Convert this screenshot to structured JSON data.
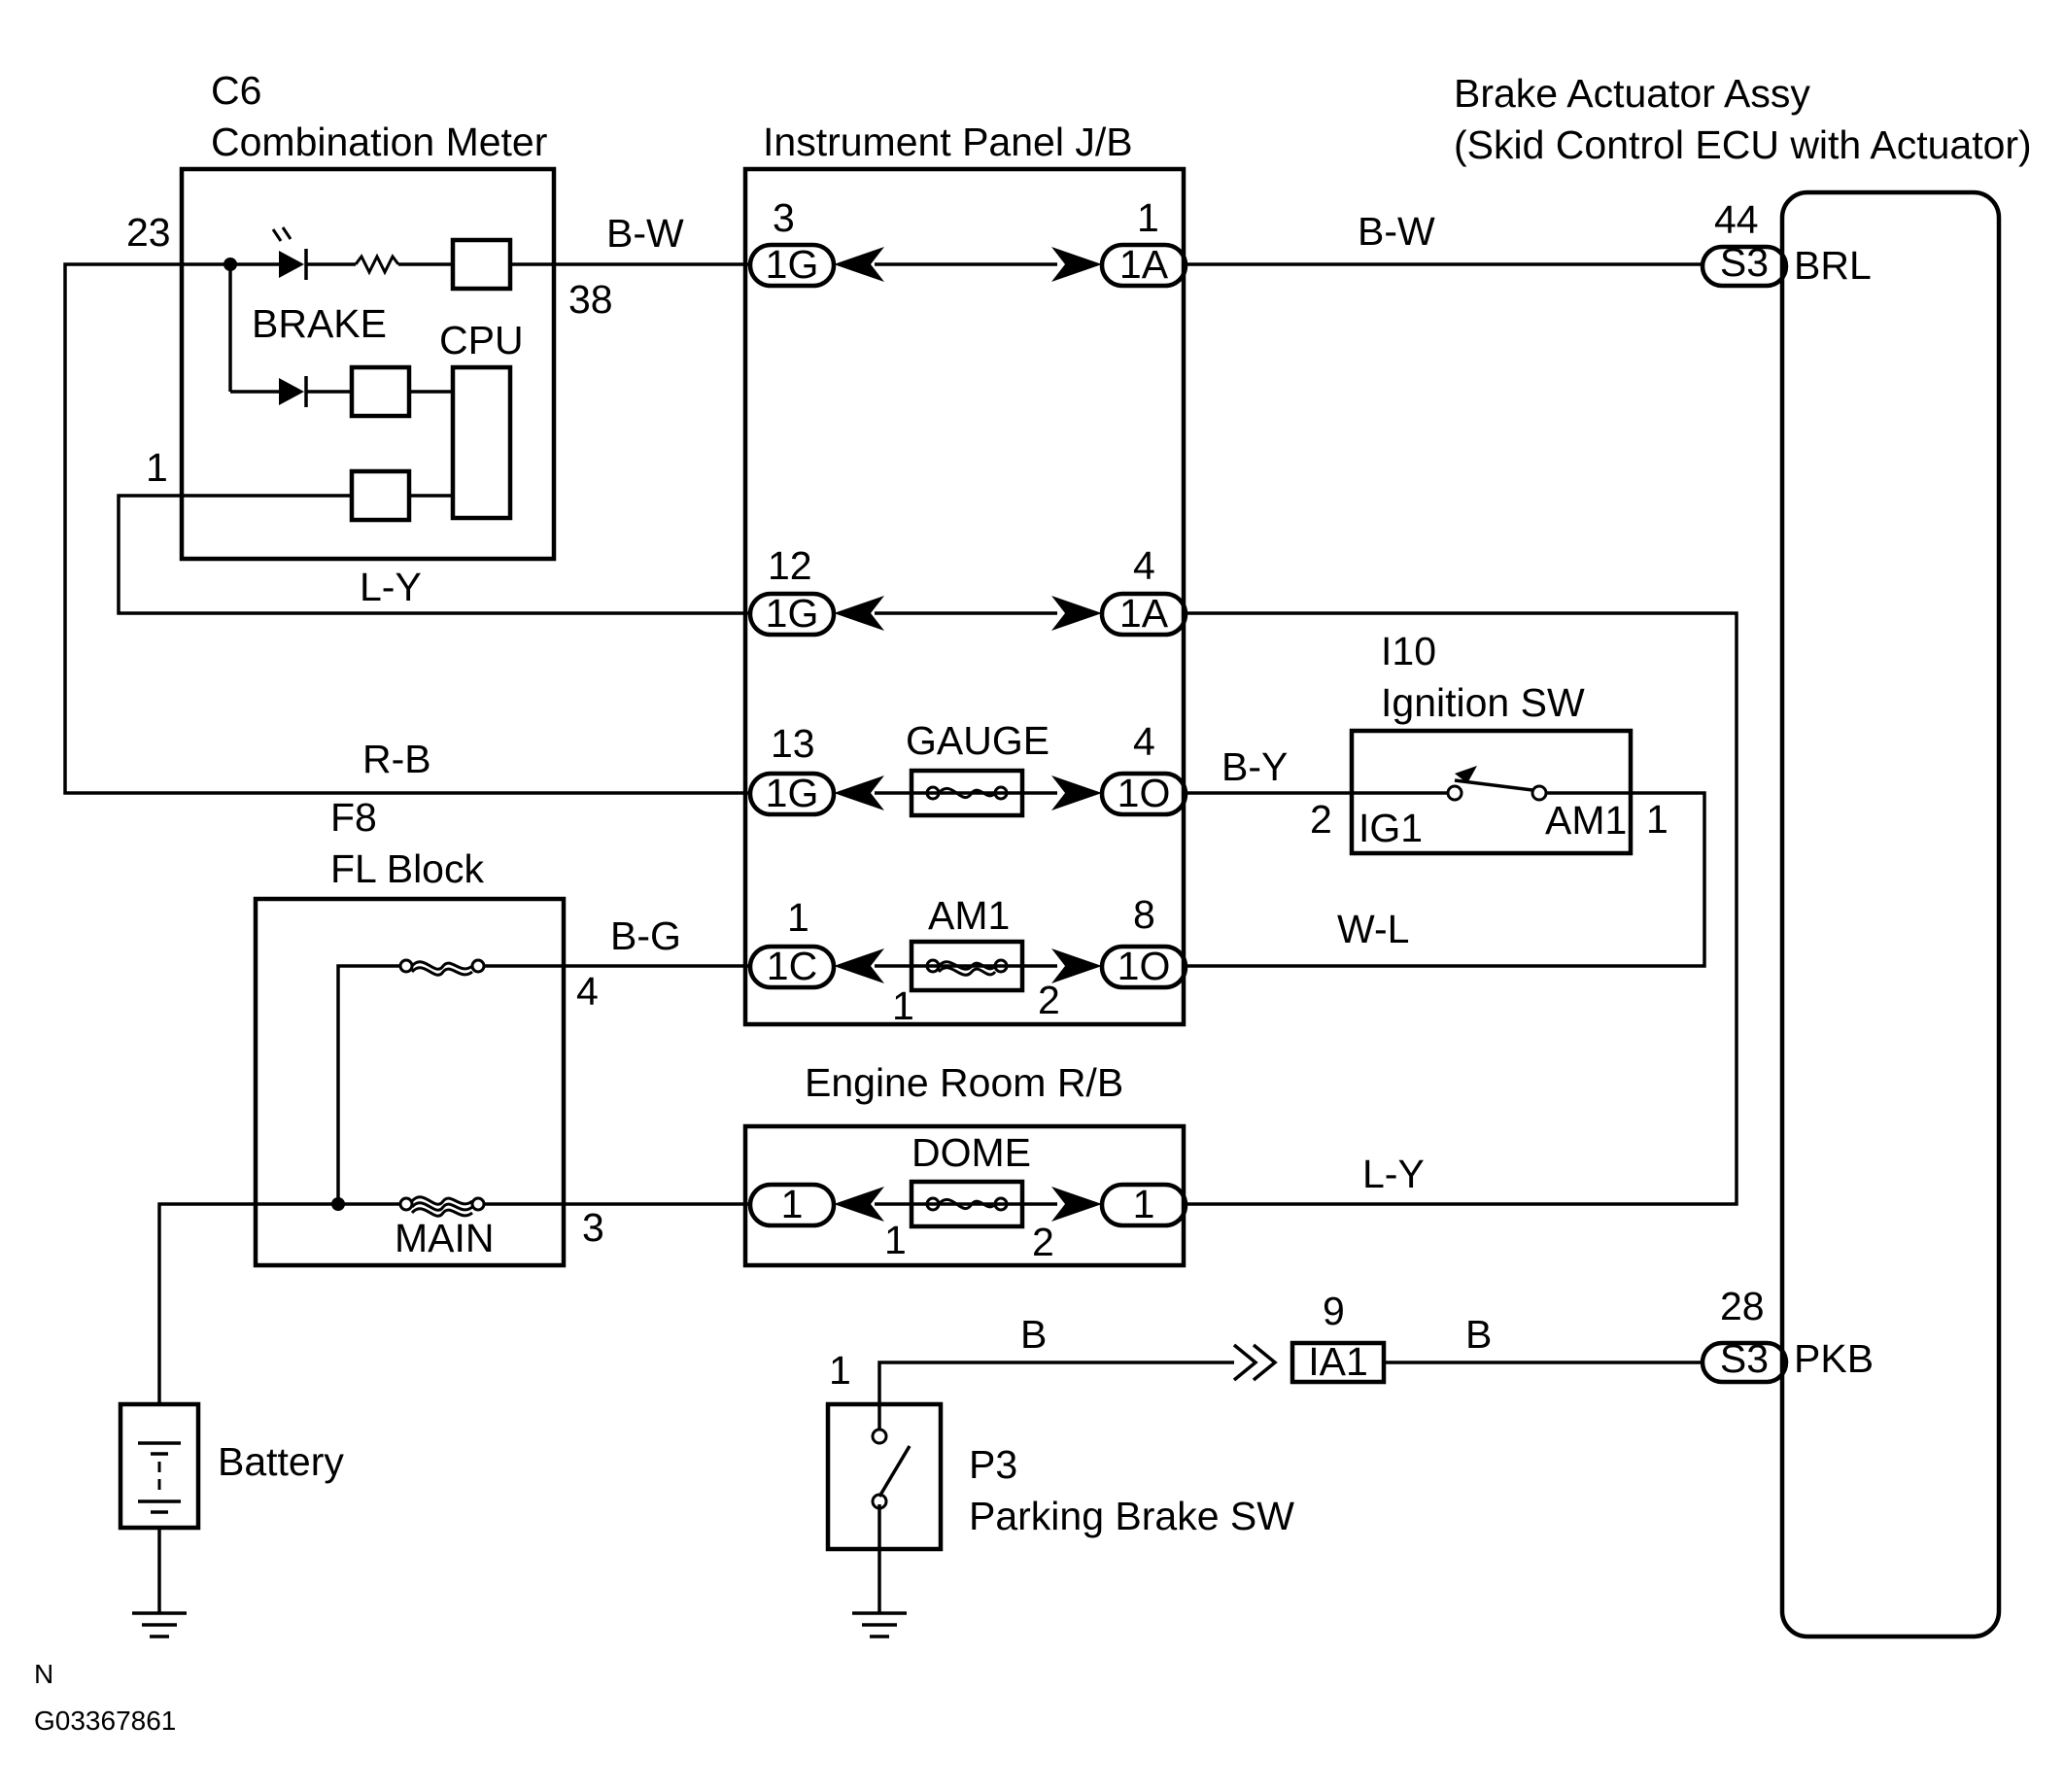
{
  "components": {
    "combination_meter": {
      "code": "C6",
      "name": "Combination Meter",
      "brake_label": "BRAKE",
      "cpu_label": "CPU",
      "pin_23": "23",
      "pin_38": "38",
      "pin_1": "1"
    },
    "instrument_panel_jb": {
      "name": "Instrument Panel J/B",
      "row1": {
        "left_pin": "3",
        "left_conn": "1G",
        "right_pin": "1",
        "right_conn": "1A"
      },
      "row2": {
        "left_pin": "12",
        "left_conn": "1G",
        "right_pin": "4",
        "right_conn": "1A"
      },
      "row3": {
        "left_pin": "13",
        "left_conn": "1G",
        "fuse": "GAUGE",
        "right_pin": "4",
        "right_conn": "1O"
      },
      "row4": {
        "left_pin": "1",
        "left_conn": "1C",
        "fuse": "AM1",
        "right_pin": "8",
        "right_conn": "1O",
        "fuse_pin_1": "1",
        "fuse_pin_2": "2"
      }
    },
    "brake_actuator": {
      "title_line1": "Brake Actuator Assy",
      "title_line2": "(Skid Control ECU with Actuator)",
      "brl_pin": "44",
      "brl_conn": "S3",
      "brl_label": "BRL",
      "pkb_pin": "28",
      "pkb_conn": "S3",
      "pkb_label": "PKB"
    },
    "ignition_sw": {
      "code": "I10",
      "name": "Ignition SW",
      "ig1_label": "IG1",
      "am1_label": "AM1",
      "pin_2": "2",
      "pin_1": "1"
    },
    "fl_block": {
      "code": "F8",
      "name": "FL Block",
      "main_label": "MAIN",
      "pin_4": "4",
      "pin_3": "3"
    },
    "engine_room_rb": {
      "name": "Engine Room R/B",
      "fuse": "DOME",
      "left_conn": "1",
      "right_conn": "1",
      "fuse_pin_1": "1",
      "fuse_pin_2": "2"
    },
    "battery": {
      "name": "Battery"
    },
    "parking_brake_sw": {
      "code": "P3",
      "name": "Parking Brake SW",
      "pin_1": "1"
    },
    "ia1_connector": {
      "pin": "9",
      "conn": "IA1"
    }
  },
  "wires": {
    "bw_left": "B-W",
    "bw_right": "B-W",
    "ly_top": "L-Y",
    "rb": "R-B",
    "by": "B-Y",
    "bg": "B-G",
    "wl": "W-L",
    "ly_bottom": "L-Y",
    "b_left": "B",
    "b_right": "B"
  },
  "footer": {
    "letter": "N",
    "code": "G03367861"
  }
}
